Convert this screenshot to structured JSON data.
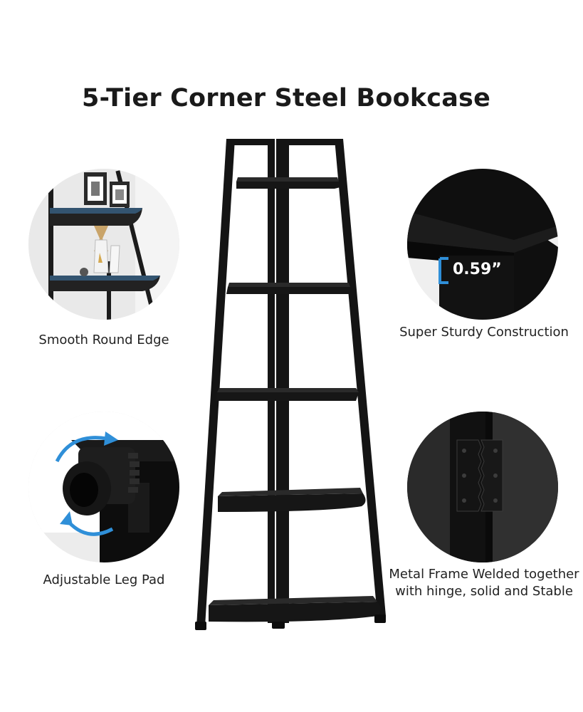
{
  "title": "5-Tier Corner Steel Bookcase",
  "features": {
    "top_left": {
      "caption": "Smooth Round Edge",
      "icon": "round-edge-detail"
    },
    "top_right": {
      "caption": "Super Sturdy Construction",
      "thickness_label": "0.59”",
      "icon": "thickness-detail"
    },
    "bottom_left": {
      "caption": "Adjustable Leg Pad",
      "icon": "leg-pad-detail"
    },
    "bottom_right": {
      "caption_line1": "Metal Frame Welded together",
      "caption_line2": "with hinge, solid and Stable",
      "icon": "hinge-detail"
    }
  },
  "product": {
    "tiers": 5,
    "frame_color": "#141414",
    "accent_color": "#2f8fd8"
  }
}
